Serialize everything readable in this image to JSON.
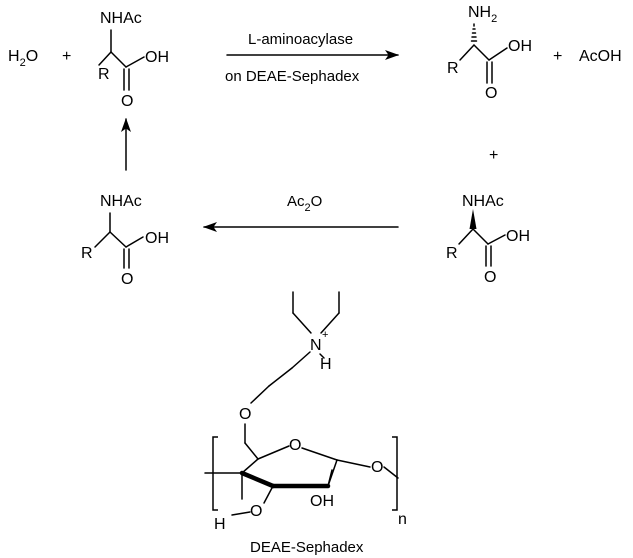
{
  "reaction": {
    "water_prefix": "H",
    "water_sub": "2",
    "water_suffix": "O",
    "plus": "+",
    "enzyme": "L-aminoacylase",
    "support": "on DEAE-Sephadex",
    "reagent_prefix": "Ac",
    "reagent_sub": "2",
    "reagent_suffix": "O",
    "byproduct": "AcOH"
  },
  "molecules": {
    "nhac": "NHAc",
    "oh": "OH",
    "o": "O",
    "r": "R",
    "nh_prefix": "NH",
    "nh_sub": "2"
  },
  "sephadex": {
    "n_atom": "N",
    "n_charge": "+",
    "h_atom": "H",
    "ring_h": "H",
    "ring_o": "O",
    "ring_oh": "OH",
    "repeat": "n",
    "caption": "DEAE-Sephadex"
  }
}
